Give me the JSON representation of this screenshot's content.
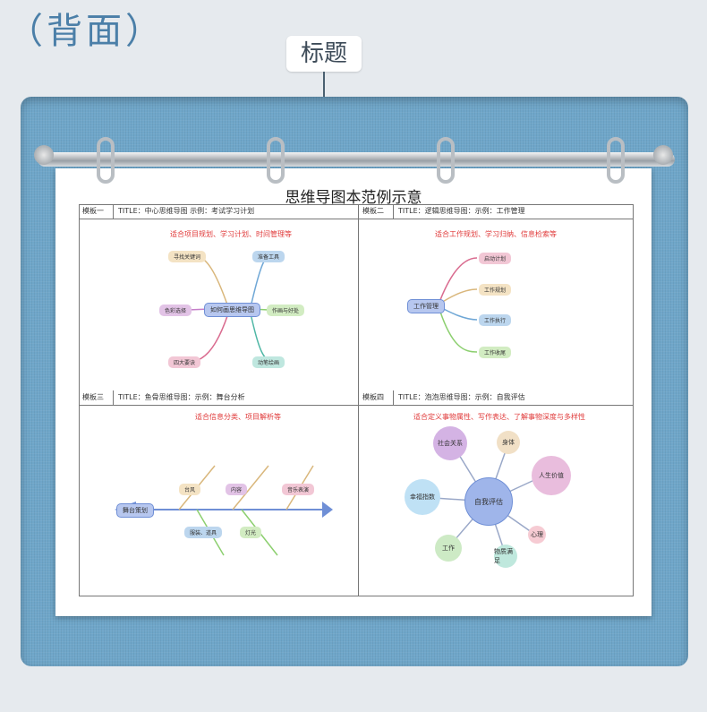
{
  "header": {
    "title": "（背面）"
  },
  "callout": {
    "label": "标题"
  },
  "document": {
    "title": "思维导图本范例示意"
  },
  "templates": [
    {
      "label": "模板一",
      "title": "TITLE：中心思维导图  示例：考试学习计划",
      "subtitle": "适合项目规划、学习计划、时间管理等",
      "center": "如何画思维导图",
      "branches": [
        "寻找关键词",
        "准备工具",
        "色彩选择",
        "作画与好处",
        "四大要诀",
        "动笔绘画"
      ]
    },
    {
      "label": "模板二",
      "title": "TITLE：逻辑思维导图：示例：工作管理",
      "subtitle": "适合工作规划、学习归纳、信息检索等",
      "center": "工作管理",
      "branches": [
        "启动计划",
        "工作规划",
        "工作执行",
        "工作收尾"
      ]
    },
    {
      "label": "模板三",
      "title": "TITLE：鱼骨思维导图：示例：舞台分析",
      "subtitle": "适合信息分类、项目解析等",
      "center": "舞台策划",
      "branches": [
        "台风",
        "内容",
        "音乐表演",
        "服装、道具",
        "灯光"
      ]
    },
    {
      "label": "模板四",
      "title": "TITLE：泡泡思维导图：示例：自我评估",
      "subtitle": "适合定义事物属性、写作表达、了解事物深度与多样性",
      "center": "自我评估",
      "branches": [
        "社会关系",
        "身体",
        "人生价值",
        "幸福指数",
        "心理",
        "工作",
        "物质满足"
      ]
    }
  ]
}
